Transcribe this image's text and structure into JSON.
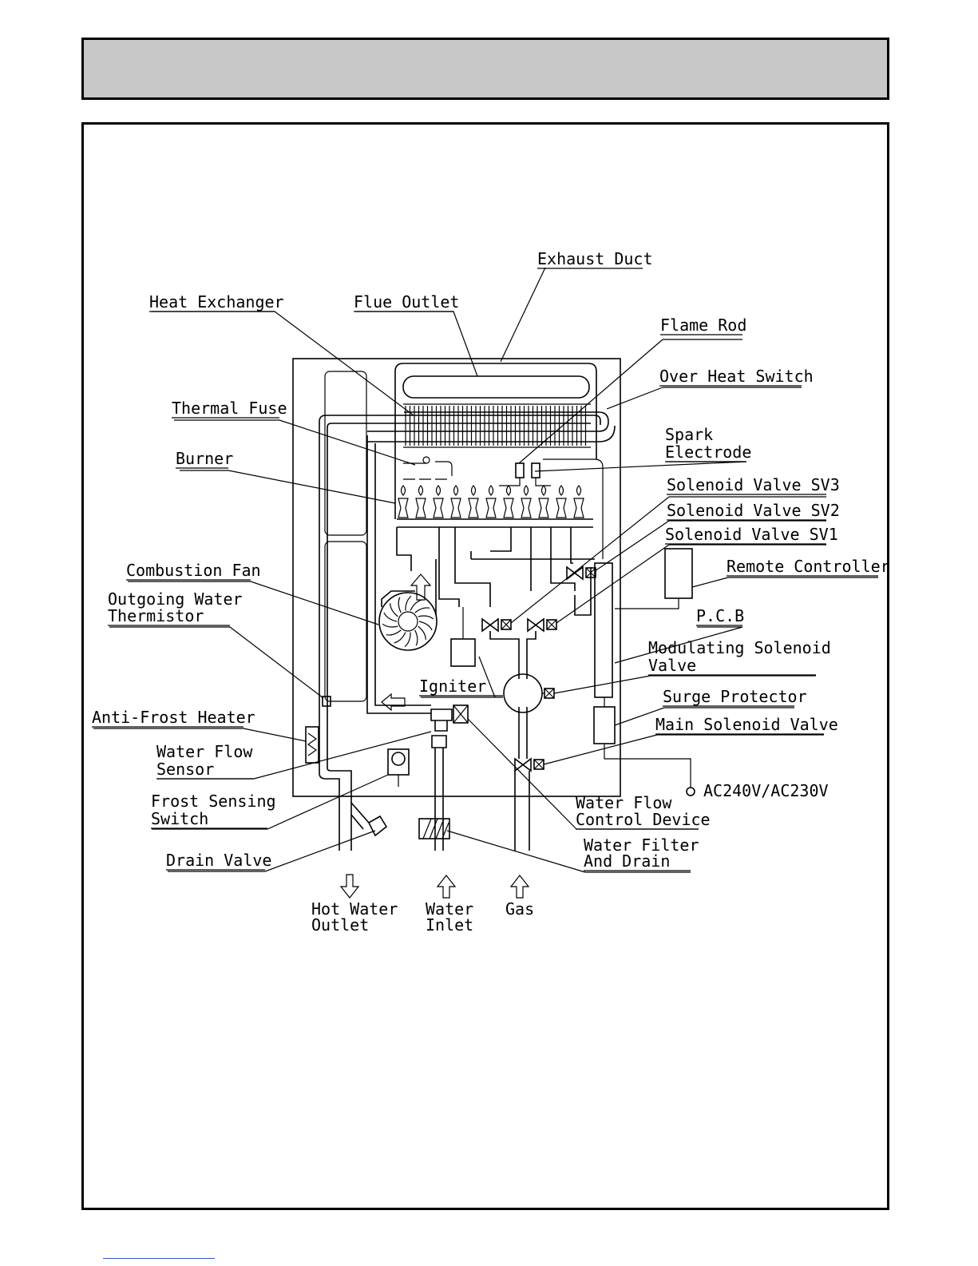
{
  "header": {
    "title": ""
  },
  "labels": {
    "exhaust_duct": "Exhaust Duct",
    "heat_exchanger": "Heat Exchanger",
    "flue_outlet": "Flue Outlet",
    "flame_rod": "Flame Rod",
    "over_heat_switch": "Over Heat Switch",
    "thermal_fuse": "Thermal Fuse",
    "spark": "Spark",
    "electrode": "Electrode",
    "burner": "Burner",
    "solenoid_sv3": "Solenoid Valve SV3",
    "solenoid_sv2": "Solenoid Valve SV2",
    "solenoid_sv1": "Solenoid Valve SV1",
    "combustion_fan": "Combustion Fan",
    "remote_controller": "Remote Controller",
    "outgoing_water": "Outgoing Water",
    "thermistor": "Thermistor",
    "pcb": "P.C.B",
    "modulating_solenoid": "Modulating Solenoid",
    "valve": "Valve",
    "igniter": "Igniter",
    "surge_protector": "Surge Protector",
    "anti_frost_heater": "Anti-Frost Heater",
    "main_solenoid_valve": "Main Solenoid Valve",
    "water_flow": "Water Flow",
    "sensor": "Sensor",
    "ac_power": "AC240V/AC230V",
    "frost_sensing": "Frost Sensing",
    "switch": "Switch",
    "water_flow_2": "Water Flow",
    "control_device": "Control Device",
    "drain_valve": "Drain Valve",
    "water_filter": "Water Filter",
    "and_drain": "And Drain",
    "hot_water": "Hot Water",
    "outlet": "Outlet",
    "water": "Water",
    "inlet": "Inlet",
    "gas": "Gas"
  }
}
